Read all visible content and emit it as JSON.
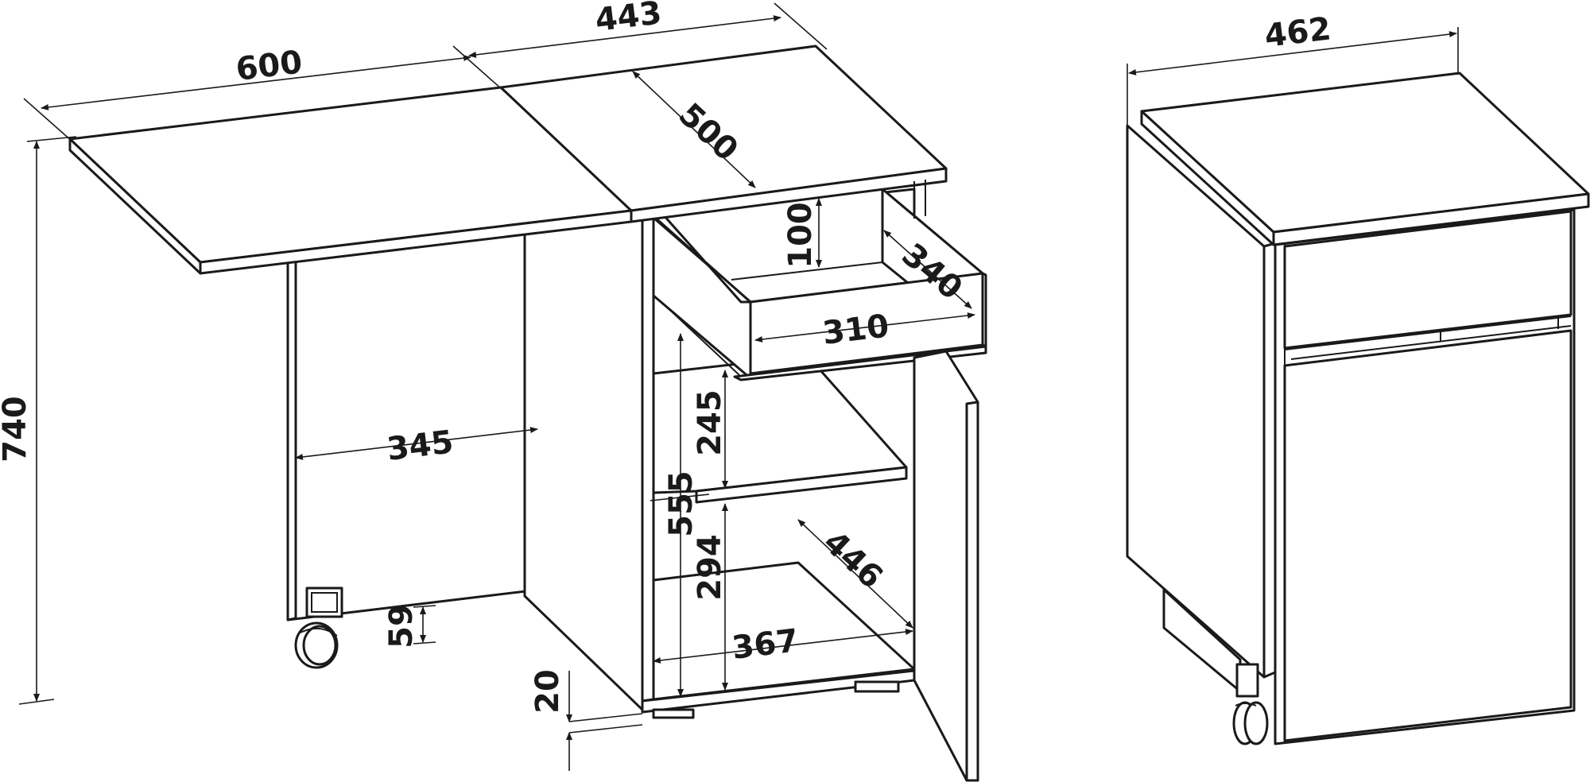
{
  "dimensions": {
    "top_width": "600",
    "top_depth_wing": "443",
    "top_depth_center": "500",
    "drawer_height": "100",
    "drawer_depth": "340",
    "drawer_width": "310",
    "leg_panel_width": "345",
    "shelf_upper": "245",
    "cabinet_height": "555",
    "shelf_lower": "294",
    "shelf_depth": "446",
    "shelf_width": "367",
    "caster_height": "59",
    "plinth_height": "20",
    "total_height": "740",
    "folded_depth": "462"
  },
  "colors": {
    "line": "#1a1a1a",
    "background": "#ffffff"
  }
}
